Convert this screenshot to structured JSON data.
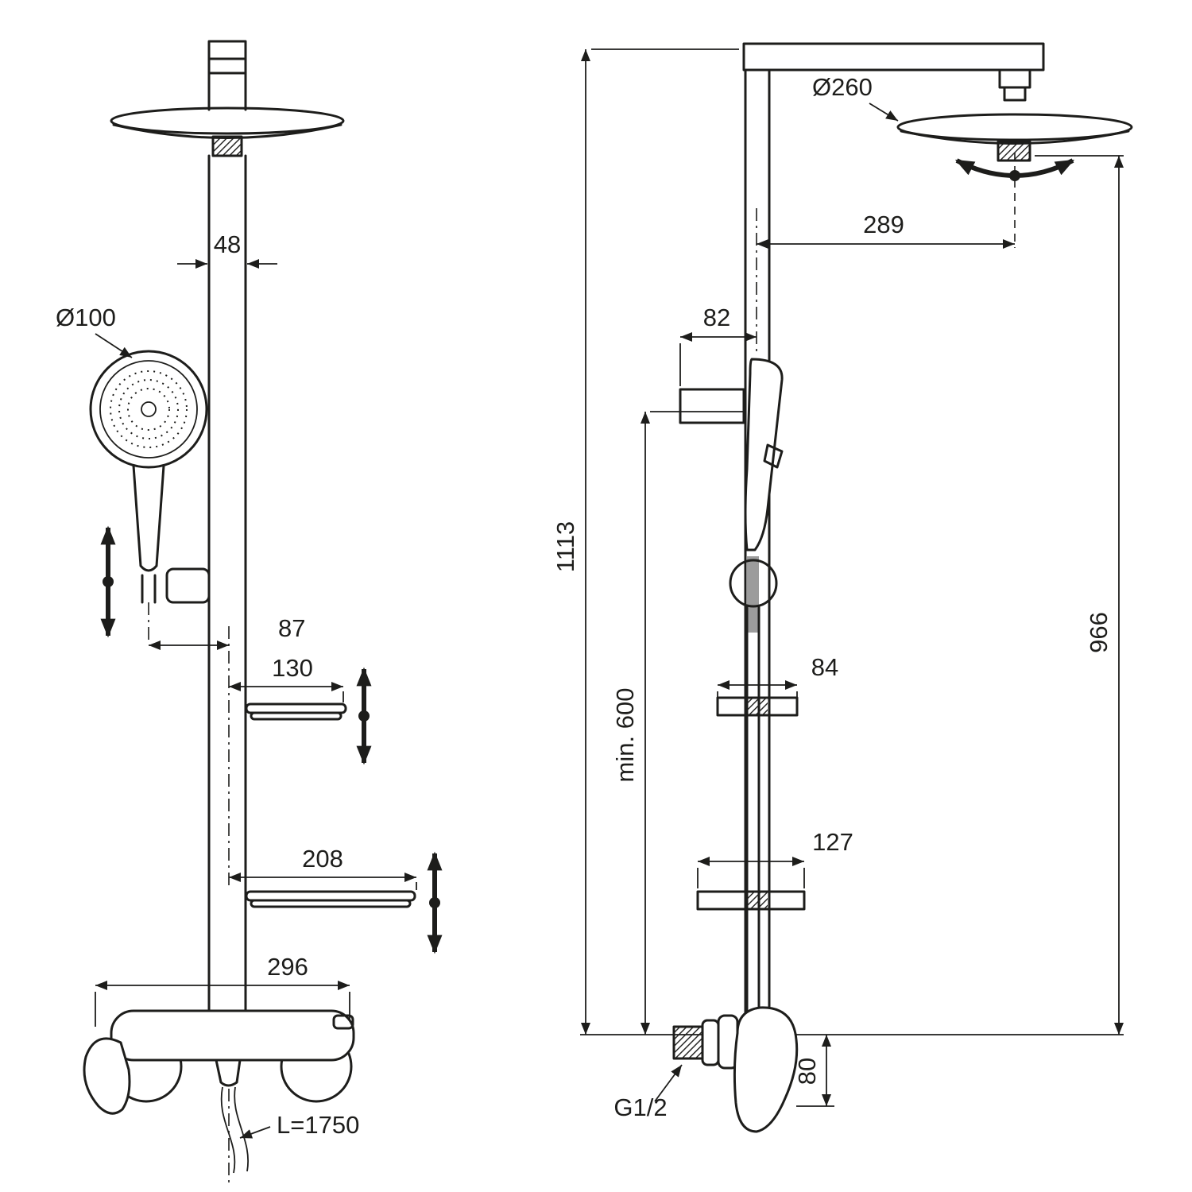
{
  "page": {
    "background_color": "#ffffff",
    "line_color": "#1d1d1b"
  },
  "front_view": {
    "dims": {
      "pipe_width": "48",
      "hand_shower_diameter": "Ø100",
      "hand_shower_offset": "87",
      "upper_shelf_width": "130",
      "lower_shelf_width": "208",
      "mixer_width": "296",
      "hose_length": "L=1750"
    }
  },
  "side_view": {
    "dims": {
      "head_diameter": "Ø260",
      "head_reach": "289",
      "holder_depth": "82",
      "total_height": "1113",
      "min_mounting_height": "min. 600",
      "upper_shelf_depth": "84",
      "lower_shelf_depth": "127",
      "head_height": "966",
      "inlet_connection": "G1/2",
      "outlet_offset": "80"
    }
  }
}
